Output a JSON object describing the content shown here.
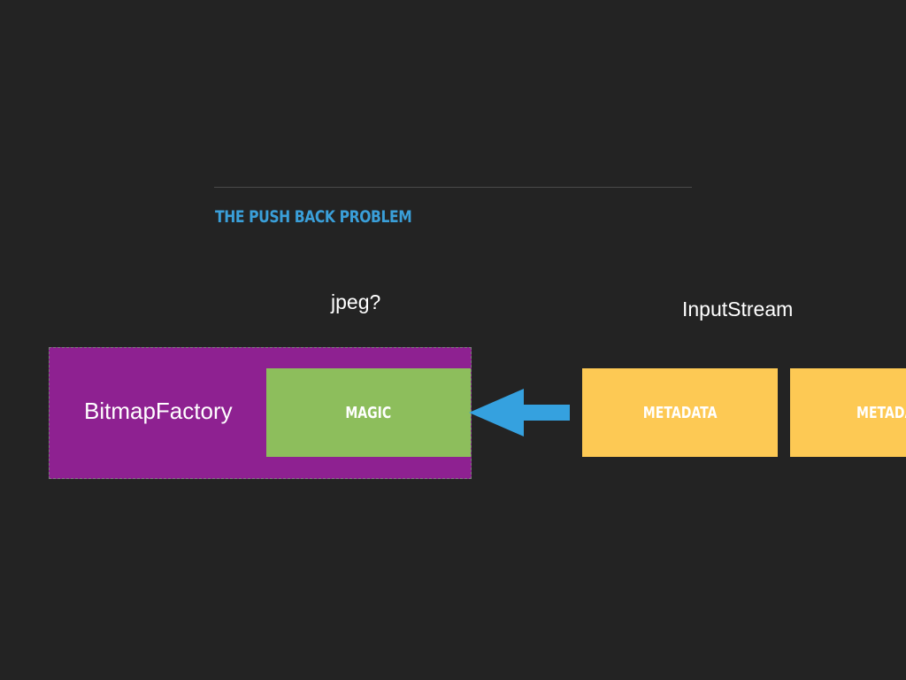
{
  "slide": {
    "title": "THE PUSH BACK PROBLEM",
    "labels": {
      "jpeg_question": "jpeg?",
      "input_stream": "InputStream"
    },
    "bitmap_factory": {
      "label": "BitmapFactory",
      "color": "#8e2191"
    },
    "magic_block": {
      "label": "MAGIC",
      "color": "#8dbe5c"
    },
    "metadata_blocks": [
      {
        "label": "METADATA",
        "color": "#fdc954"
      },
      {
        "label": "METADATA",
        "color": "#fdc954"
      }
    ],
    "arrow": {
      "icon": "left-arrow-icon",
      "color": "#35a1df"
    },
    "colors": {
      "background": "#232323",
      "title": "#3a9fd9"
    }
  }
}
